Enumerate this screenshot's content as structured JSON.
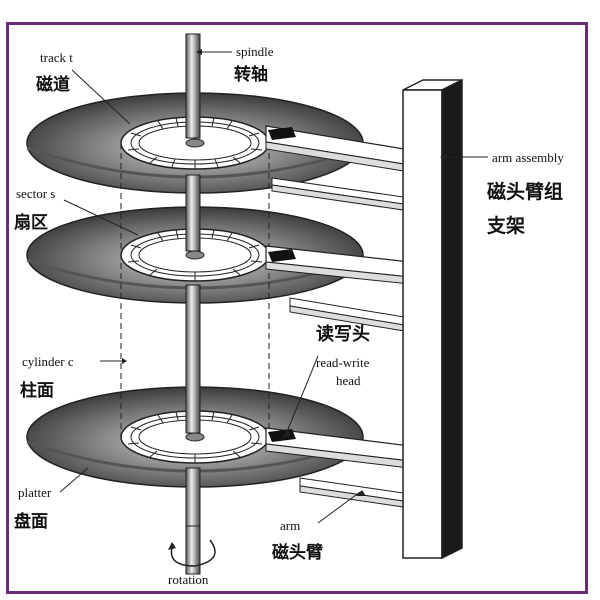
{
  "labels": {
    "track_en": "track t",
    "track_cn": "磁道",
    "spindle_en": "spindle",
    "spindle_cn": "转轴",
    "arm_assembly_en": "arm assembly",
    "arm_assembly_cn_1": "磁头臂组",
    "arm_assembly_cn_2": "支架",
    "sector_en": "sector s",
    "sector_cn": "扇区",
    "read_write_cn": "读写头",
    "read_write_en_1": "read-write",
    "read_write_en_2": "head",
    "cylinder_en": "cylinder c",
    "cylinder_cn": "柱面",
    "platter_en": "platter",
    "platter_cn": "盘面",
    "arm_en": "arm",
    "arm_cn": "磁头臂",
    "rotation_en": "rotation"
  },
  "colors": {
    "frame": "#6a2d7a",
    "platter_dark": "#3a3a3a",
    "platter_light": "#cfcfcf",
    "ink": "#111111"
  }
}
